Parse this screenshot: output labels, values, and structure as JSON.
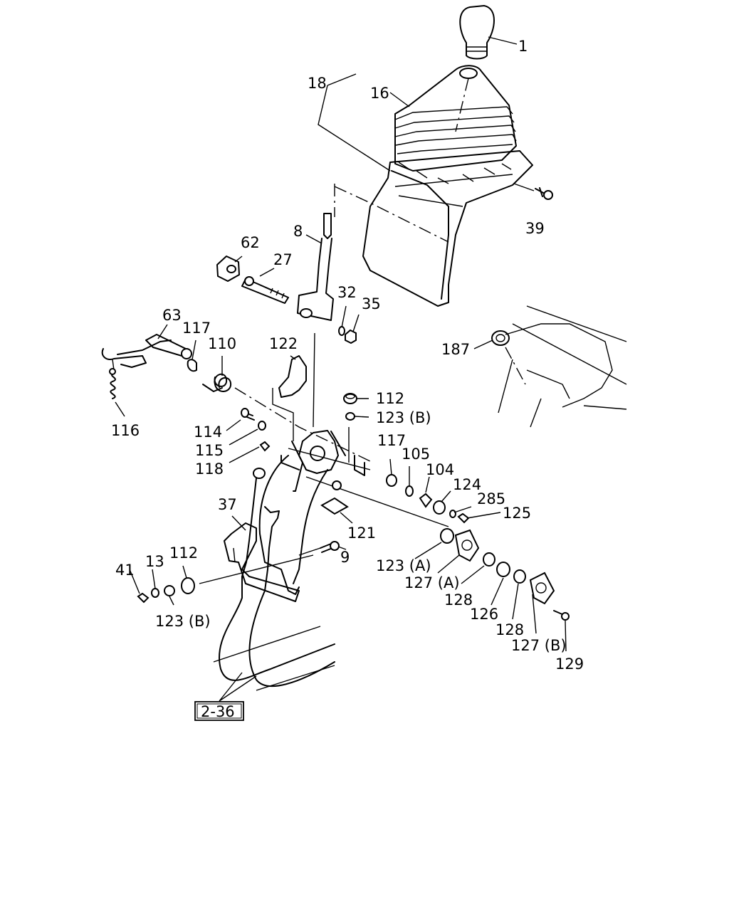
{
  "labels": [
    {
      "text": "1"
    },
    {
      "text": "16"
    },
    {
      "text": "18"
    },
    {
      "text": "39"
    },
    {
      "text": "8"
    },
    {
      "text": "62"
    },
    {
      "text": "27"
    },
    {
      "text": "32"
    },
    {
      "text": "35"
    },
    {
      "text": "63"
    },
    {
      "text": "117"
    },
    {
      "text": "110"
    },
    {
      "text": "122"
    },
    {
      "text": "116"
    },
    {
      "text": "114"
    },
    {
      "text": "115"
    },
    {
      "text": "118"
    },
    {
      "text": "112"
    },
    {
      "text": "123 (B)"
    },
    {
      "text": "117"
    },
    {
      "text": "105"
    },
    {
      "text": "104"
    },
    {
      "text": "124"
    },
    {
      "text": "285"
    },
    {
      "text": "125"
    },
    {
      "text": "37"
    },
    {
      "text": "121"
    },
    {
      "text": "41"
    },
    {
      "text": "13"
    },
    {
      "text": "112"
    },
    {
      "text": "123 (B)"
    },
    {
      "text": "9"
    },
    {
      "text": "123 (A)"
    },
    {
      "text": "127 (A)"
    },
    {
      "text": "128"
    },
    {
      "text": "126"
    },
    {
      "text": "128"
    },
    {
      "text": "127 (B)"
    },
    {
      "text": "129"
    },
    {
      "text": "187"
    }
  ],
  "reference_box": {
    "text": "2-36"
  }
}
